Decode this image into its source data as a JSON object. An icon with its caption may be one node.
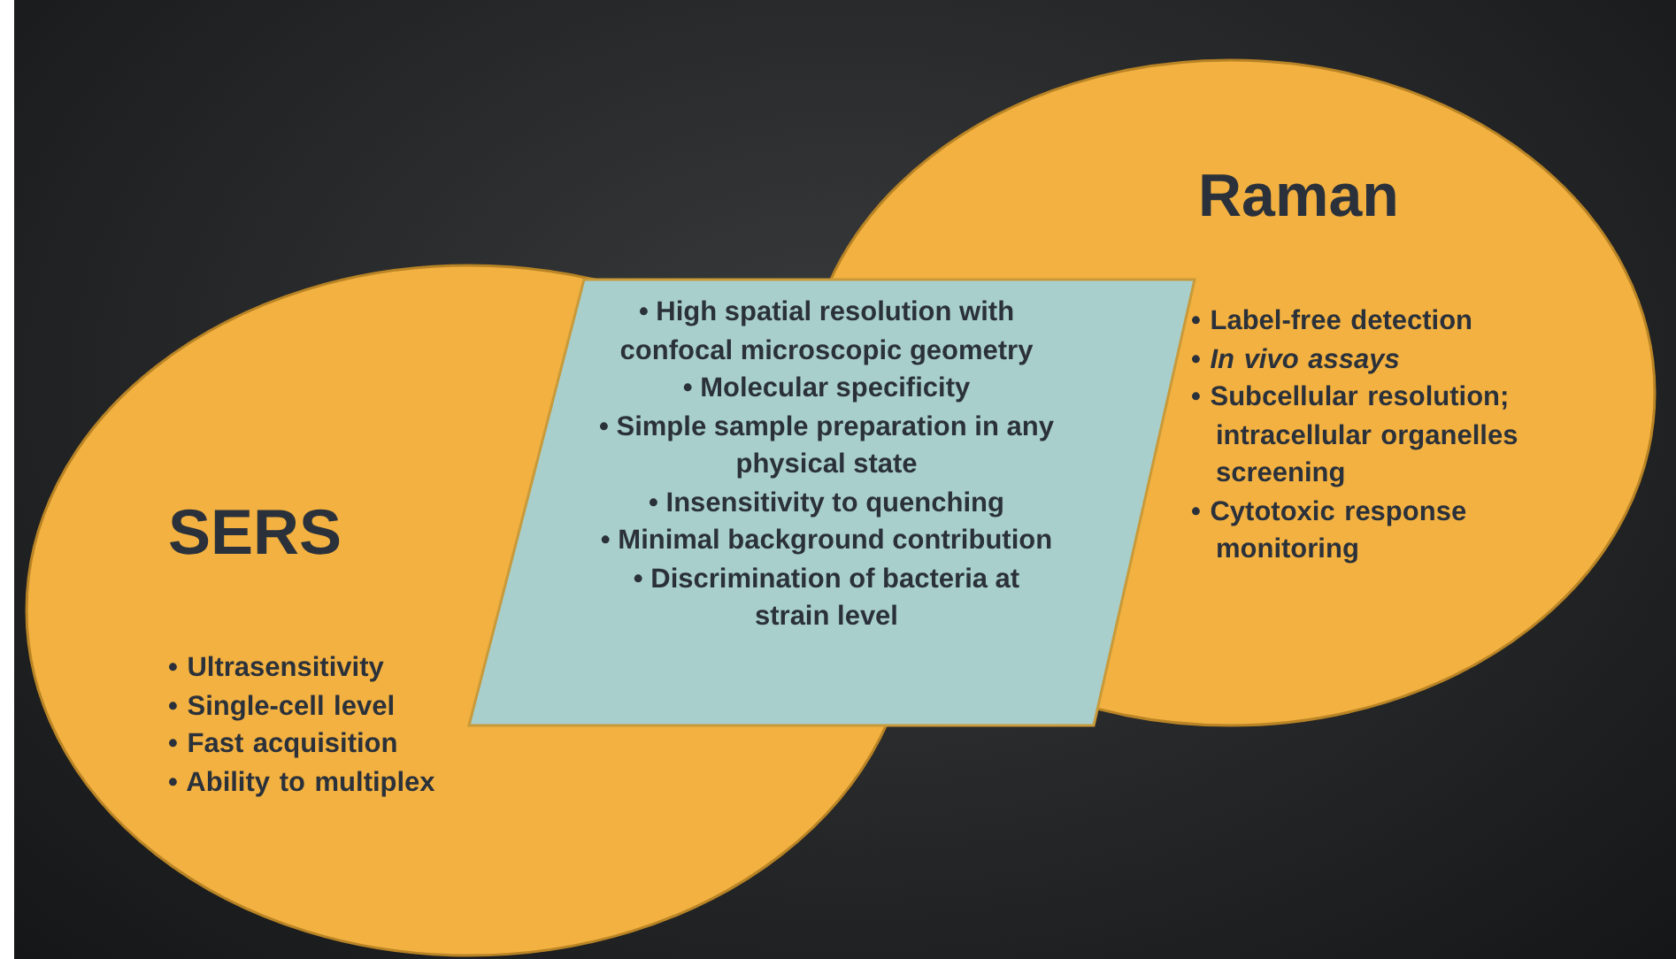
{
  "diagram": {
    "nodes": [
      {
        "text": [
          "SERS",
          "• Ultrasensitivity",
          "• Single-cell level",
          "• Fast acquisition",
          "• Ability to multiplex"
        ]
      },
      {
        "text": [
          "Raman",
          "• Label-free detection",
          "• *In vivo assays*",
          "• Subcellular resolution; intracellular organelles screening",
          "• Cytotoxic response monitoring"
        ]
      },
      {
        "text": [
          "• High spatial resolution with confocal microscopic geometry",
          "• Molecular specificity",
          "• Simple sample preparation in any physical state",
          "• Insensitivity to quenching",
          "• Minimal background contribution",
          "• Discrimination of bacteria at strain level"
        ]
      }
    ]
  }
}
